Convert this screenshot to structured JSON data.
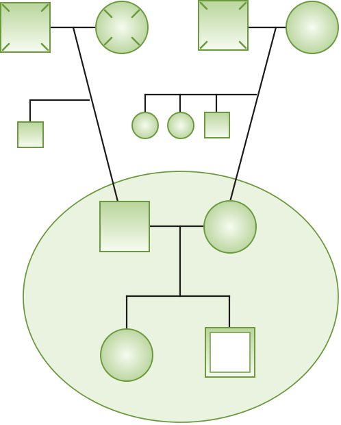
{
  "diagram": {
    "kind": "genogram",
    "colors": {
      "stroke": "#6a9a3c",
      "fill_light": "#f4f9ee",
      "fill_mid": "#c4dca8",
      "household_fill": "#eaf3df",
      "line": "#1a1a1a",
      "background": "#ffffff"
    },
    "people": [
      {
        "id": "paternal-grandfather",
        "sex": "male",
        "deceased": true
      },
      {
        "id": "paternal-grandmother",
        "sex": "female",
        "deceased": true
      },
      {
        "id": "maternal-grandfather",
        "sex": "male",
        "deceased": true
      },
      {
        "id": "maternal-grandmother",
        "sex": "female",
        "deceased": false
      },
      {
        "id": "paternal-uncle",
        "sex": "male",
        "deceased": false
      },
      {
        "id": "maternal-aunt-1",
        "sex": "female",
        "deceased": false
      },
      {
        "id": "maternal-aunt-2",
        "sex": "female",
        "deceased": false
      },
      {
        "id": "maternal-uncle",
        "sex": "male",
        "deceased": false
      },
      {
        "id": "father",
        "sex": "male",
        "deceased": false
      },
      {
        "id": "mother",
        "sex": "female",
        "deceased": false
      },
      {
        "id": "daughter",
        "sex": "female",
        "deceased": false
      },
      {
        "id": "son-index-person",
        "sex": "male",
        "index_person": true
      }
    ],
    "household": {
      "members": [
        "father",
        "mother",
        "daughter",
        "son-index-person"
      ]
    }
  }
}
